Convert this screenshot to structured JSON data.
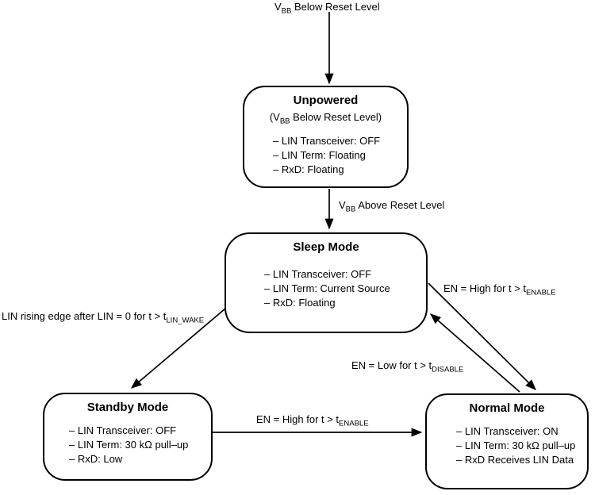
{
  "figure": {
    "background": "#ffffff",
    "line_color": "#000000"
  },
  "states": {
    "unpowered": {
      "title": "Unpowered",
      "subtitle": {
        "pre": "(V",
        "sub": "BB",
        "post": " Below Reset Level)"
      },
      "bullets": [
        "– LIN Transceiver: OFF",
        "– LIN Term: Floating",
        "– RxD: Floating"
      ]
    },
    "sleep": {
      "title": "Sleep Mode",
      "bullets": [
        "– LIN Transceiver: OFF",
        "– LIN Term: Current Source",
        "– RxD: Floating"
      ]
    },
    "standby": {
      "title": "Standby Mode",
      "bullets": [
        "– LIN Transceiver: OFF",
        "– LIN Term: 30 kΩ pull–up",
        "– RxD: Low"
      ]
    },
    "normal": {
      "title": "Normal Mode",
      "bullets": [
        "– LIN Transceiver: ON",
        "– LIN Term: 30 kΩ pull–up",
        "– RxD Receives LIN Data"
      ]
    }
  },
  "transitions": {
    "power_down": {
      "pre": "V",
      "sub": "BB",
      "post": " Below Reset Level"
    },
    "power_up": {
      "pre": "V",
      "sub": "BB",
      "post": " Above Reset Level"
    },
    "lin_wake": {
      "pre": "LIN rising edge after LIN = 0 for t > t",
      "sub": "LIN_WAKE",
      "post": ""
    },
    "standby_to_normal": {
      "pre": "EN = High for t > t",
      "sub": "ENABLE",
      "post": ""
    },
    "sleep_to_normal": {
      "pre": "EN = High for t > t",
      "sub": "ENABLE",
      "post": ""
    },
    "normal_to_sleep": {
      "pre": "EN = Low for t > t",
      "sub": "DISABLE",
      "post": ""
    }
  }
}
